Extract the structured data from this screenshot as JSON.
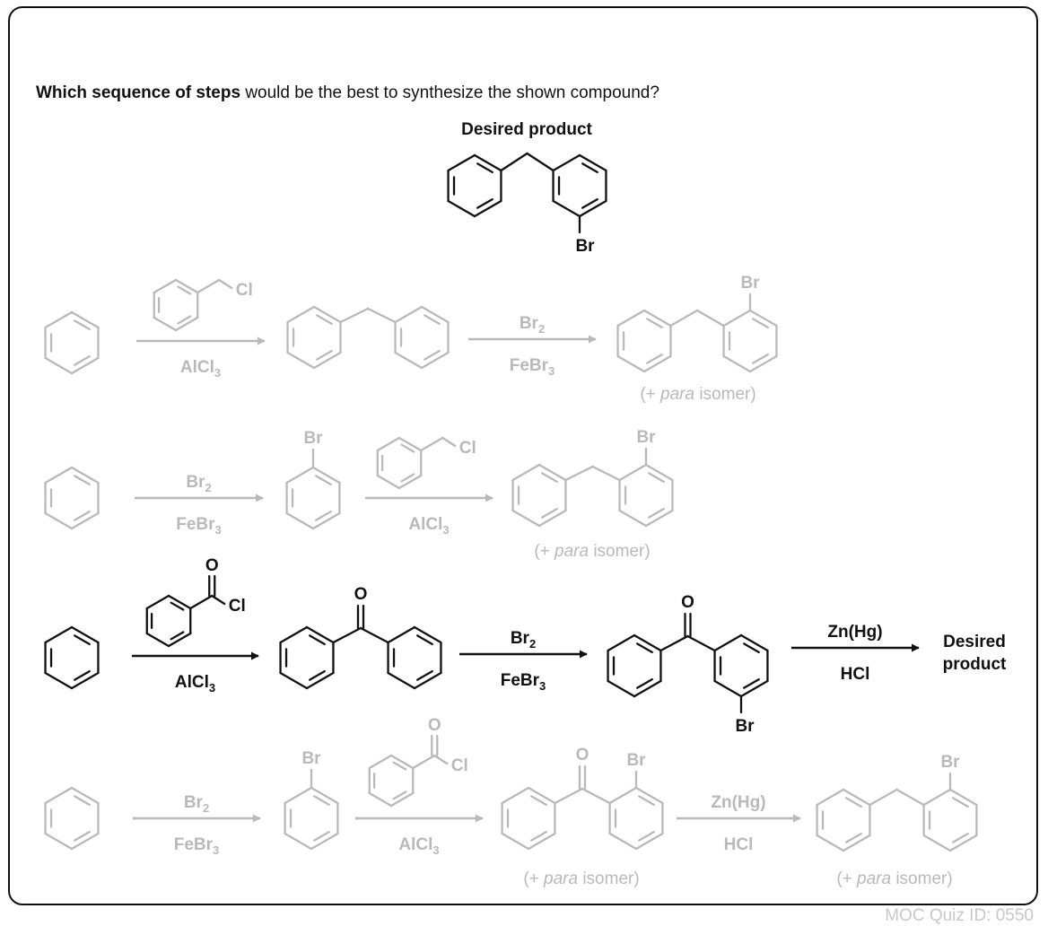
{
  "question": {
    "lead": "Which sequence of steps",
    "rest": " would be the best to synthesize the shown compound?"
  },
  "target": {
    "title": "Desired product",
    "substituent": "Br"
  },
  "colors": {
    "correct": "#111111",
    "faded": "#b9b9b9"
  },
  "routes": [
    {
      "id": "route-a",
      "correct": false,
      "reagents": [
        {
          "reagent_label": "Cl",
          "above": "",
          "below": "AlCl3"
        },
        {
          "above": "Br2",
          "below": "FeBr3"
        }
      ],
      "product_label": "Br",
      "note_prefix": "(+ ",
      "note_italic": "para",
      "note_suffix": " isomer)"
    },
    {
      "id": "route-b",
      "correct": false,
      "reagents": [
        {
          "above": "Br2",
          "below": "FeBr3"
        },
        {
          "reagent_label": "Cl",
          "above": "",
          "below": "AlCl3"
        }
      ],
      "intermediate_label": "Br",
      "product_label": "Br",
      "note_prefix": "(+ ",
      "note_italic": "para",
      "note_suffix": " isomer)"
    },
    {
      "id": "route-c",
      "correct": true,
      "reagents": [
        {
          "reagent_labels": [
            "O",
            "Cl"
          ],
          "above": "",
          "below": "AlCl3"
        },
        {
          "above": "Br2",
          "below": "FeBr3"
        },
        {
          "above": "Zn(Hg)",
          "below": "HCl"
        }
      ],
      "intermediate_label": "O",
      "product_labels": [
        "O",
        "Br"
      ],
      "final_line1": "Desired",
      "final_line2": "product"
    },
    {
      "id": "route-d",
      "correct": false,
      "reagents": [
        {
          "above": "Br2",
          "below": "FeBr3"
        },
        {
          "reagent_labels": [
            "O",
            "Cl"
          ],
          "above": "",
          "below": "AlCl3"
        },
        {
          "above": "Zn(Hg)",
          "below": "HCl"
        }
      ],
      "intermediate_label": "Br",
      "ketone_labels": [
        "O",
        "Br"
      ],
      "product_label": "Br",
      "note_prefix": "(+ ",
      "note_italic": "para",
      "note_suffix": " isomer)"
    }
  ],
  "footer": "MOC Quiz ID: 0550"
}
